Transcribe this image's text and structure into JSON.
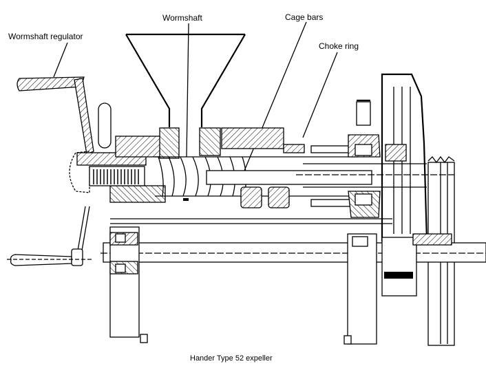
{
  "labels": {
    "wormshaft_regulator": "Wormshaft regulator",
    "wormshaft": "Wormshaft",
    "cage_bars": "Cage bars",
    "choke_ring": "Choke ring"
  },
  "caption": "Hander Type 52 expeller"
}
